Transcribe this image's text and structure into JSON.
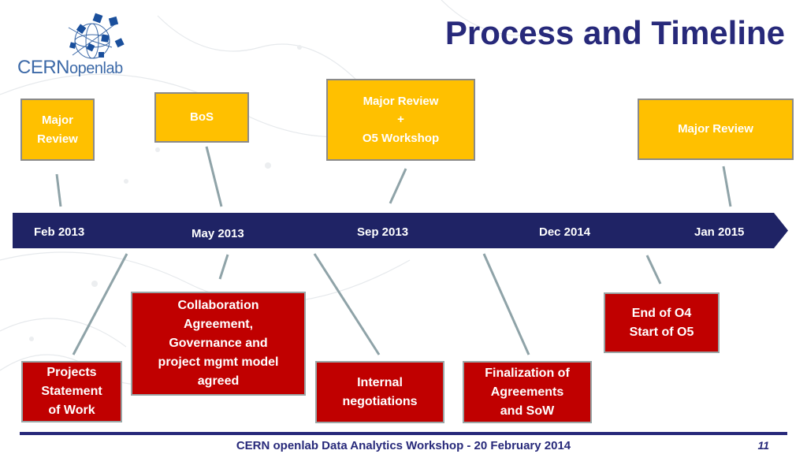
{
  "header": {
    "title": "Process and Timeline",
    "logo_text_main": "CERN",
    "logo_text_sub": "openlab"
  },
  "timeline": {
    "dates": [
      "Feb 2013",
      "May 2013",
      "Sep 2013",
      "Dec 2014",
      "Jan 2015"
    ]
  },
  "top_boxes": [
    "Major\nReview",
    "BoS",
    "Major Review\n+\nO5 Workshop",
    "Major Review"
  ],
  "bottom_boxes": [
    "Projects\nStatement\nof Work",
    "Collaboration\nAgreement,\nGovernance and\nproject mgmt model\nagreed",
    "Internal\nnegotiations",
    "Finalization of\nAgreements\nand SoW",
    "End of O4\nStart of O5"
  ],
  "footer": {
    "text": "CERN openlab Data Analytics Workshop - 20 February 2014",
    "page": "11"
  },
  "colors": {
    "title": "#27297a",
    "arrow": "#1f2365",
    "milestone_box": "#ffc000",
    "activity_box": "#c00000",
    "connector": "#8fa3a8"
  }
}
